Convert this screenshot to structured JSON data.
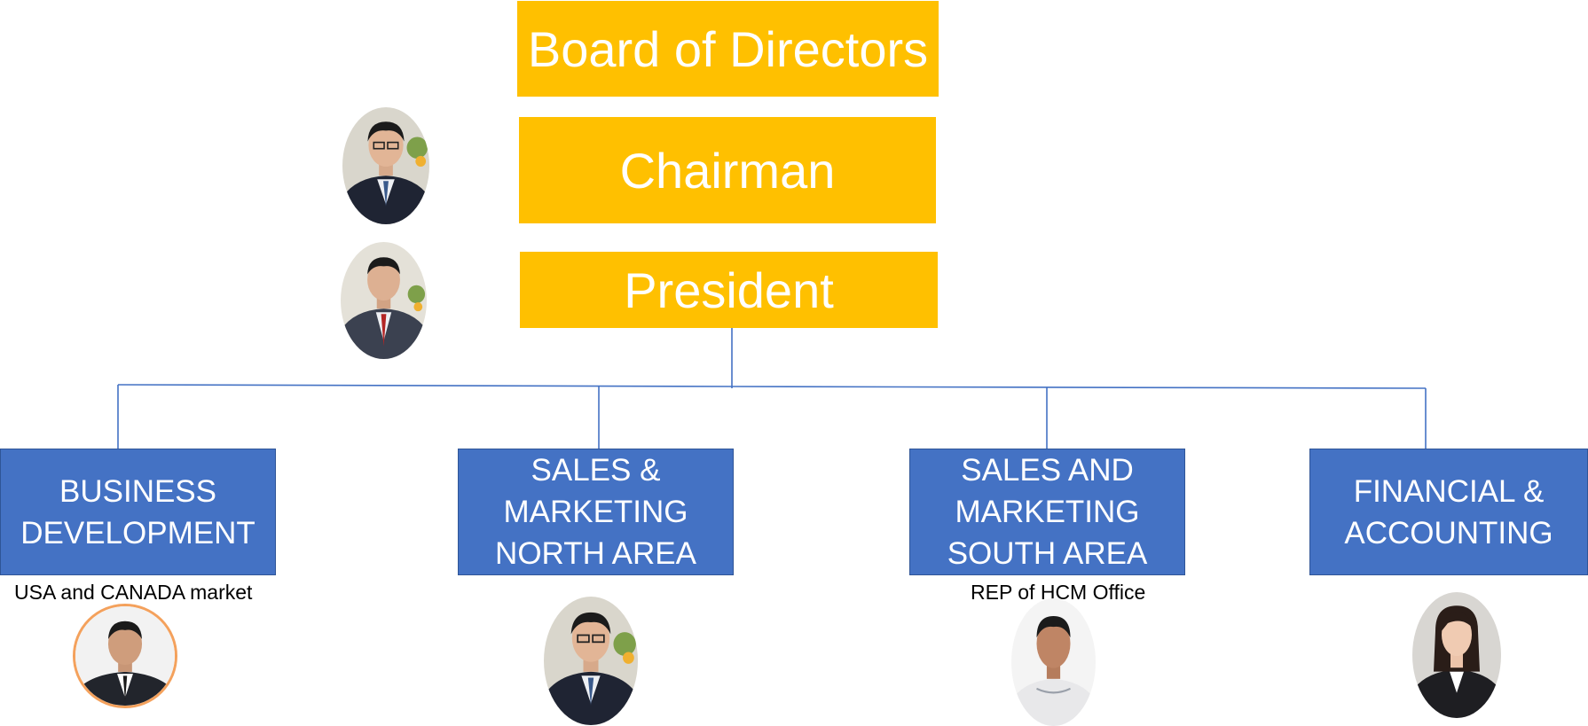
{
  "board": {
    "title": "Board of Directors"
  },
  "chairman": {
    "title": "Chairman"
  },
  "president": {
    "title": "President"
  },
  "departments": [
    {
      "title": "BUSINESS\nDEVELOPMENT",
      "caption": "USA and CANADA market"
    },
    {
      "title": "SALES &\nMARKETING\nNORTH AREA",
      "caption": ""
    },
    {
      "title": "SALES AND\nMARKETING\nSOUTH AREA",
      "caption": "REP of HCM Office"
    },
    {
      "title": "FINANCIAL &\nACCOUNTING",
      "caption": ""
    }
  ],
  "colors": {
    "executive_box": "#FFC000",
    "department_box": "#4472C4",
    "connector": "#4472C4",
    "portrait_ring": "#F4A15C"
  }
}
